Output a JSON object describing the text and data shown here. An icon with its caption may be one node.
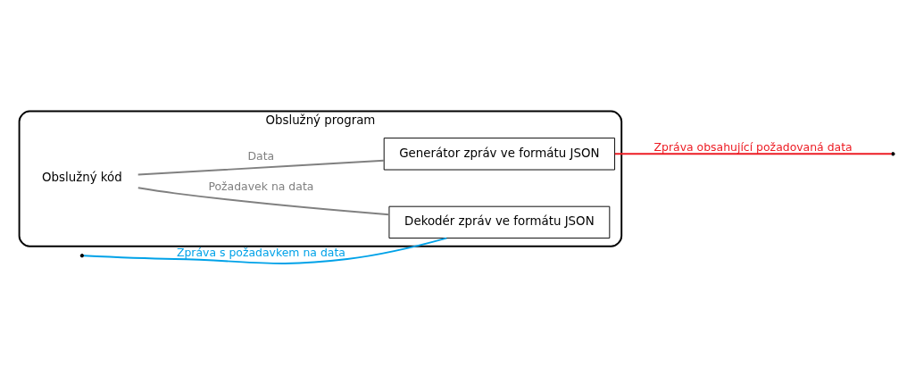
{
  "diagram": {
    "nodes": [
      {
        "text": [
          "Obslužný program"
        ]
      },
      {
        "text": [
          "Obslužný kód"
        ],
        "in": 0
      },
      {
        "text": [
          "Generátor zpráv ve formátu JSON"
        ],
        "in": 0
      },
      {
        "text": [
          "Dekodér zpráv ve formátu JSON"
        ],
        "in": 0
      }
    ],
    "edges": [
      {
        "from": 1,
        "to": 2,
        "arrow": "none",
        "label": "Data",
        "color": "#808080"
      },
      {
        "from": 1,
        "to": 3,
        "arrow": "none",
        "label": "Požadavek na data",
        "color": "#808080"
      },
      {
        "from": 2,
        "to": null,
        "arrow": "none",
        "label": "Zpráva obsahující požadovaná data",
        "color": "#ed1c24"
      },
      {
        "from": null,
        "to": 3,
        "arrow": "none",
        "label": "Zpráva s požadavkem na data",
        "color": "#00a2e8"
      }
    ]
  }
}
